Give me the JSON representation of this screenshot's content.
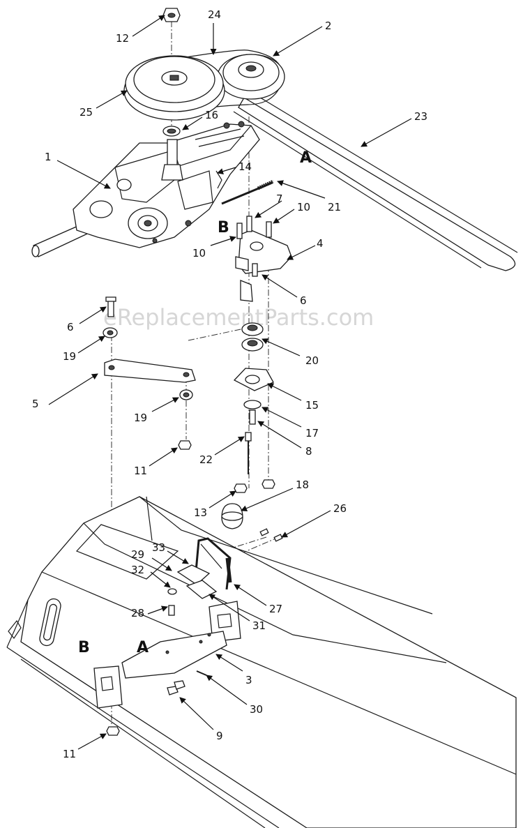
{
  "watermark": "eReplacementParts.com",
  "sections": {
    "A": "A",
    "B": "B"
  },
  "callouts": [
    {
      "id": "c1",
      "label": "1"
    },
    {
      "id": "c2",
      "label": "2"
    },
    {
      "id": "c3",
      "label": "3"
    },
    {
      "id": "c4",
      "label": "4"
    },
    {
      "id": "c5",
      "label": "5"
    },
    {
      "id": "c6a",
      "label": "6"
    },
    {
      "id": "c6b",
      "label": "6"
    },
    {
      "id": "c7",
      "label": "7"
    },
    {
      "id": "c8",
      "label": "8"
    },
    {
      "id": "c9",
      "label": "9"
    },
    {
      "id": "c10a",
      "label": "10"
    },
    {
      "id": "c10b",
      "label": "10"
    },
    {
      "id": "c11a",
      "label": "11"
    },
    {
      "id": "c11b",
      "label": "11"
    },
    {
      "id": "c12",
      "label": "12"
    },
    {
      "id": "c13",
      "label": "13"
    },
    {
      "id": "c14",
      "label": "14"
    },
    {
      "id": "c15",
      "label": "15"
    },
    {
      "id": "c16",
      "label": "16"
    },
    {
      "id": "c17",
      "label": "17"
    },
    {
      "id": "c18",
      "label": "18"
    },
    {
      "id": "c19a",
      "label": "19"
    },
    {
      "id": "c19b",
      "label": "19"
    },
    {
      "id": "c20",
      "label": "20"
    },
    {
      "id": "c21",
      "label": "21"
    },
    {
      "id": "c22",
      "label": "22"
    },
    {
      "id": "c23",
      "label": "23"
    },
    {
      "id": "c24",
      "label": "24"
    },
    {
      "id": "c25",
      "label": "25"
    },
    {
      "id": "c26",
      "label": "26"
    },
    {
      "id": "c27",
      "label": "27"
    },
    {
      "id": "c28",
      "label": "28"
    },
    {
      "id": "c29",
      "label": "29"
    },
    {
      "id": "c30",
      "label": "30"
    },
    {
      "id": "c31",
      "label": "31"
    },
    {
      "id": "c32",
      "label": "32"
    },
    {
      "id": "c33",
      "label": "33"
    }
  ]
}
